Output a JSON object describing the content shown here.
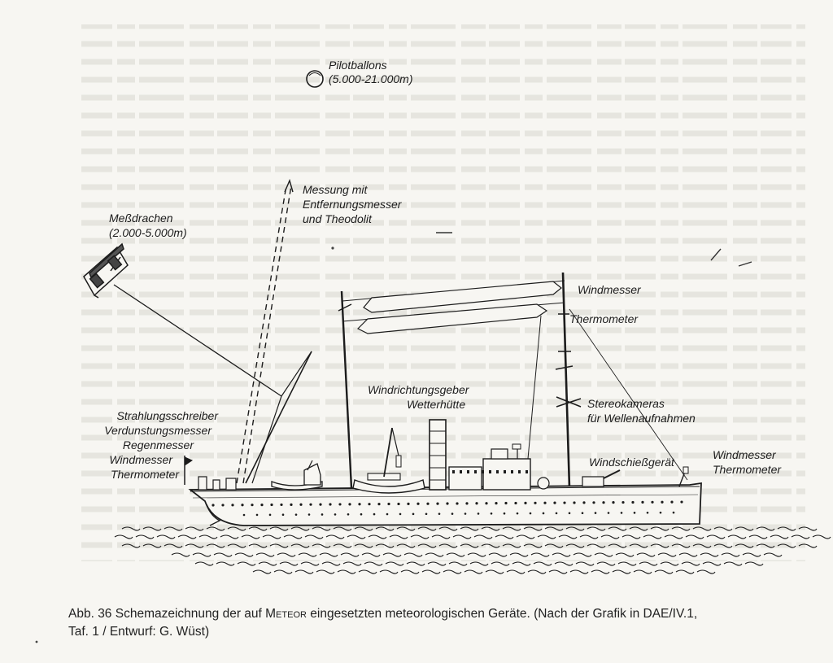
{
  "labels": {
    "pilotballons": [
      "Pilotballons",
      "(5.000-21.000m)"
    ],
    "messung": [
      "Messung mit",
      "Entfernungsmesser",
      "und Theodolit"
    ],
    "messdrachen": [
      "Meßdrachen",
      "(2.000-5.000m)"
    ],
    "mast_top": [
      "Windmesser",
      "Thermometer"
    ],
    "windrichtung": [
      "Windrichtungsgeber",
      "Wetterhütte"
    ],
    "stereo": [
      "Stereokameras",
      "für Wellenaufnahmen"
    ],
    "left_stack": [
      "Strahlungsschreiber",
      "Verdunstungsmesser",
      "Regenmesser",
      "Windmesser",
      "Thermometer"
    ],
    "windschiess": "Windschießgerät",
    "bow": [
      "Windmesser",
      "Thermometer"
    ]
  },
  "caption": {
    "prefix": "Abb. 36  Schemazeichnung der auf ",
    "ship": "Meteor",
    "middle": " eingesetzten meteorologischen Geräte. (Nach der Grafik in DAE/IV.1,",
    "line2": "Taf. 1 / Entwurf: G. Wüst)"
  },
  "colors": {
    "paper": "#f7f6f2",
    "ink": "#1c1c1c",
    "bleed": "#cfcfc8"
  }
}
